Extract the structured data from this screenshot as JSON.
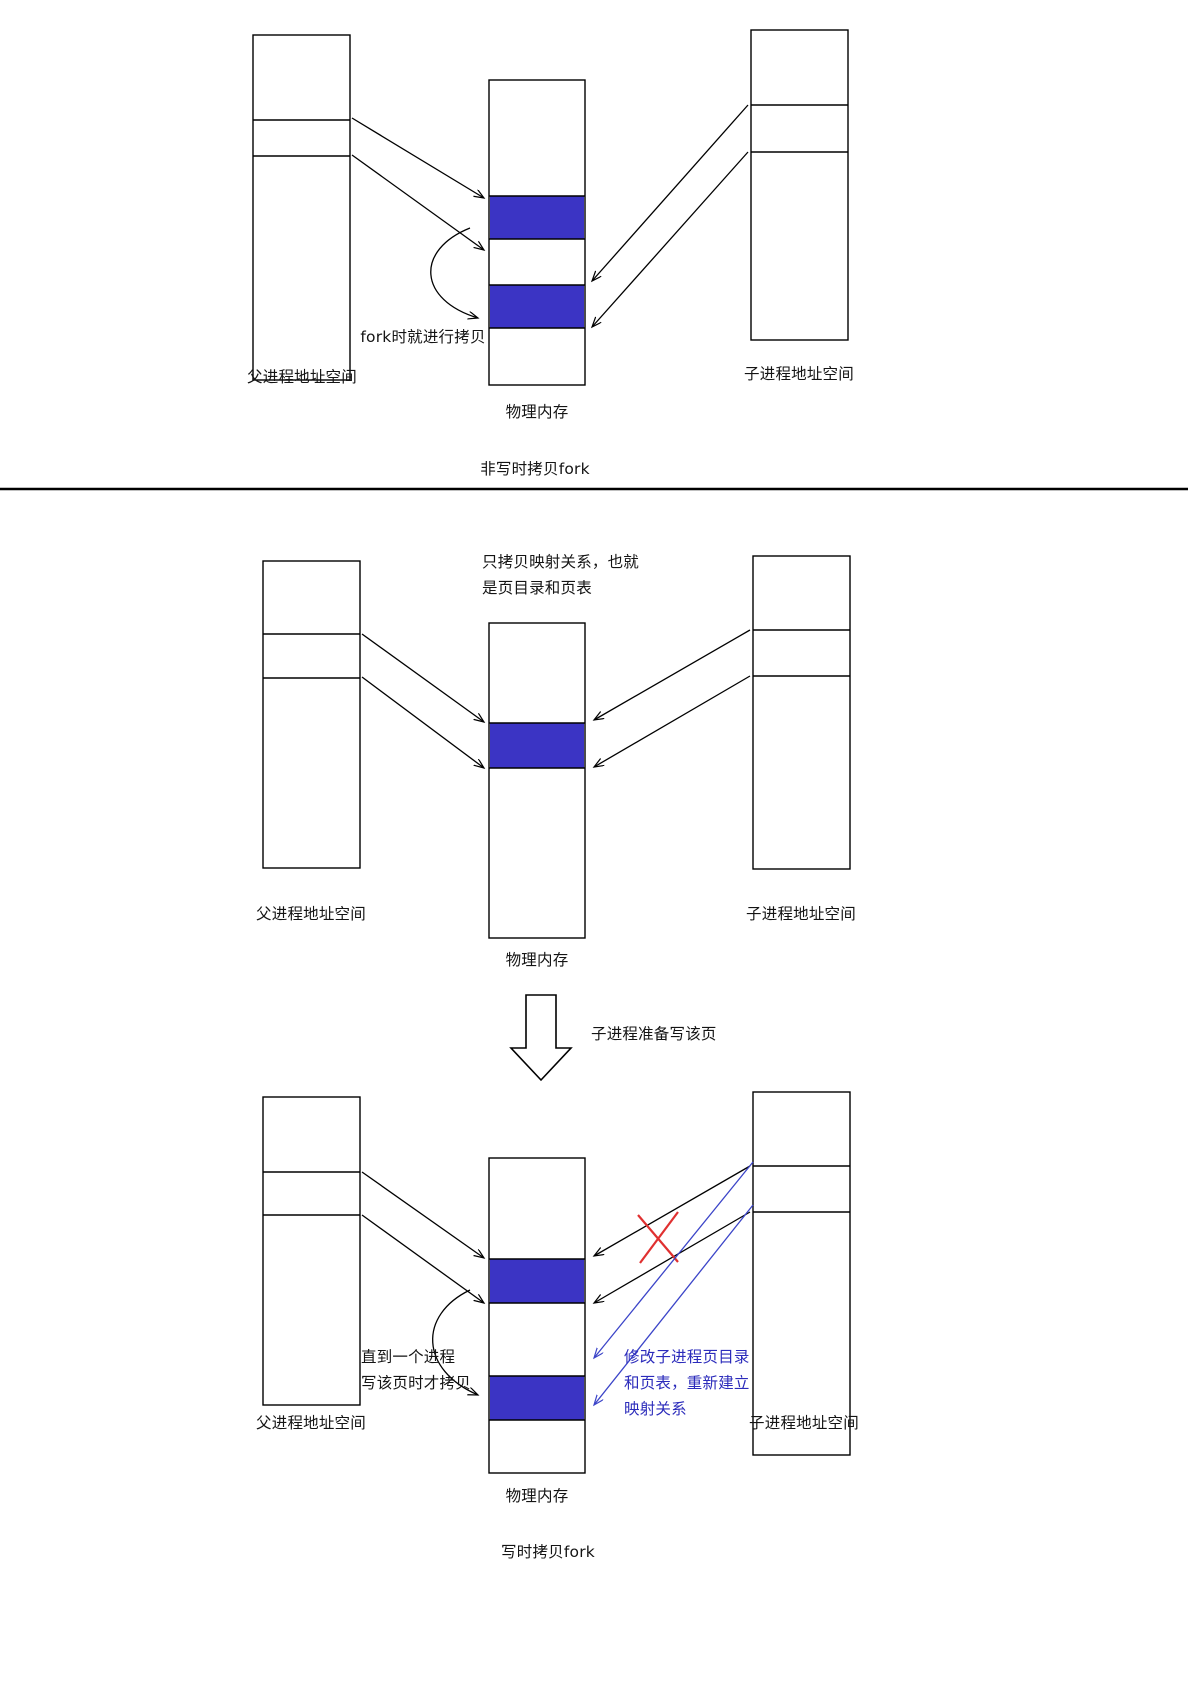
{
  "figure": {
    "title": "fork 与写时拷贝 (Copy-On-Write) 示意图",
    "colors": {
      "page_fill": "#3b34c4",
      "box_stroke": "#000000",
      "arrow_black": "#000000",
      "arrow_blue": "#3b44c8",
      "cross_red": "#e03030",
      "background": "#ffffff"
    }
  },
  "section_one": {
    "caption": "非写时拷贝fork",
    "parent_label": "父进程地址空间",
    "memory_label": "物理内存",
    "child_label": "子进程地址空间",
    "copy_note": "fork时就进行拷贝"
  },
  "section_two": {
    "caption": "写时拷贝fork",
    "map_note_line1": "只拷贝映射关系，也就",
    "map_note_line2": "是页目录和页表",
    "parent_label": "父进程地址空间",
    "memory_label": "物理内存",
    "child_label": "子进程地址空间",
    "transition_note": "子进程准备写该页"
  },
  "section_three": {
    "parent_label": "父进程地址空间",
    "memory_label": "物理内存",
    "child_label": "子进程地址空间",
    "copy_note_line1": "直到一个进程",
    "copy_note_line2": "写该页时才拷贝",
    "remap_note_line1": "修改子进程页目录",
    "remap_note_line2": "和页表，重新建立",
    "remap_note_line3": "映射关系"
  }
}
